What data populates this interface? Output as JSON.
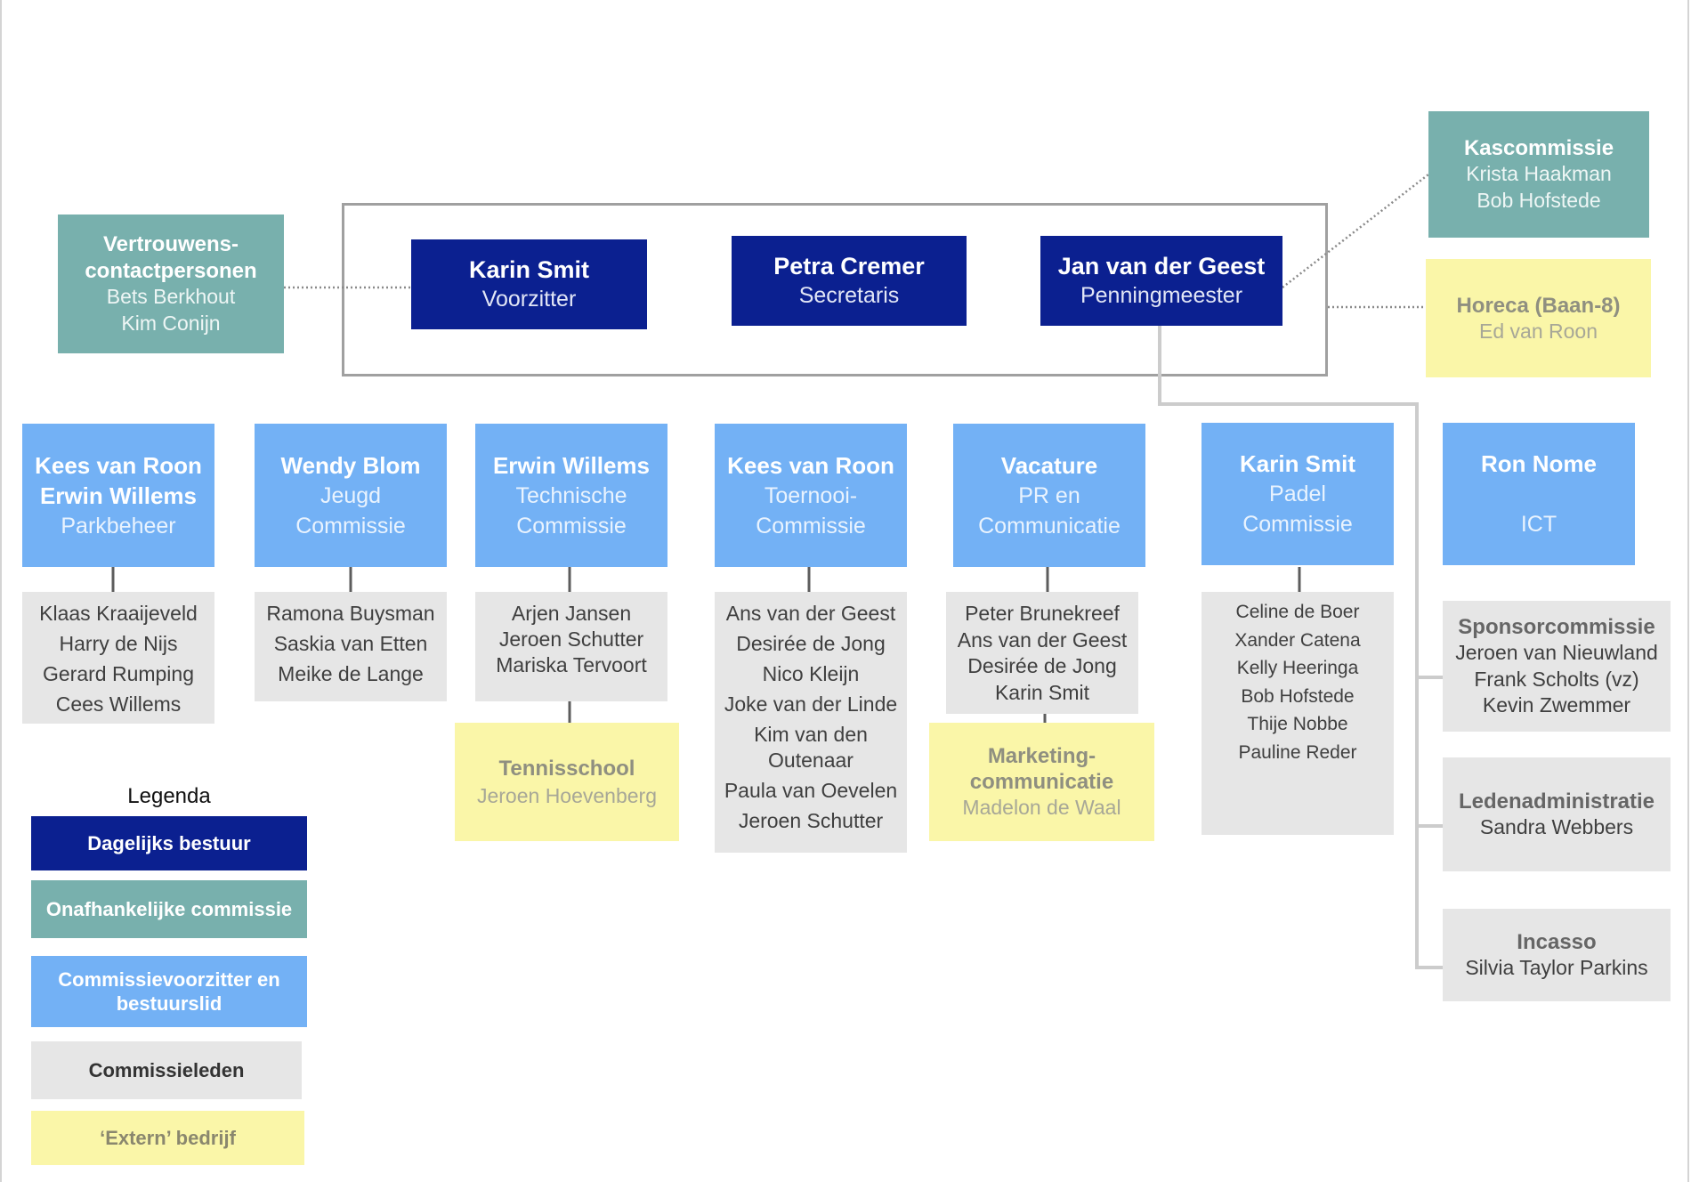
{
  "trust_persons": {
    "title_lines": [
      "Vertrouwens-",
      "contactpersonen"
    ],
    "people": [
      "Bets Berkhout",
      "Kim Conijn"
    ]
  },
  "daily_board": [
    {
      "name": "Karin Smit",
      "role": "Voorzitter"
    },
    {
      "name": "Petra Cremer",
      "role": "Secretaris"
    },
    {
      "name": "Jan van der Geest",
      "role": "Penningmeester"
    }
  ],
  "audit_committee": {
    "title": "Kascommissie",
    "people": [
      "Krista Haakman",
      "Bob Hofstede"
    ]
  },
  "catering": {
    "title": "Horeca (Baan-8)",
    "people": [
      "Ed van Roon"
    ]
  },
  "committees": [
    {
      "chairs": [
        "Kees van Roon",
        "Erwin Willems"
      ],
      "name_lines": [
        "Parkbeheer"
      ],
      "members": [
        "Klaas Kraaijeveld",
        "Harry de Nijs",
        "Gerard Rumping",
        "Cees Willems"
      ]
    },
    {
      "chairs": [
        "Wendy Blom"
      ],
      "name_lines": [
        "Jeugd",
        "Commissie"
      ],
      "members": [
        "Ramona Buysman",
        "Saskia van Etten",
        "Meike de Lange"
      ]
    },
    {
      "chairs": [
        "Erwin Willems"
      ],
      "name_lines": [
        "Technische",
        "Commissie"
      ],
      "members": [
        "Arjen Jansen",
        "Jeroen Schutter",
        "Mariska Tervoort"
      ],
      "external": {
        "title_lines": [
          "Tennisschool"
        ],
        "people": [
          "Jeroen Hoevenberg"
        ]
      }
    },
    {
      "chairs": [
        "Kees van Roon"
      ],
      "name_lines": [
        "Toernooi-",
        "Commissie"
      ],
      "members": [
        "Ans van der Geest",
        "Desirée de Jong",
        "Nico Kleijn",
        "Joke van der Linde",
        "Kim van den Outenaar",
        "Paula van Oevelen",
        "Jeroen Schutter"
      ]
    },
    {
      "chairs": [
        "Vacature"
      ],
      "name_lines": [
        "PR en",
        "Communicatie"
      ],
      "members": [
        "Peter Brunekreef",
        "Ans van der Geest",
        "Desirée de Jong",
        "Karin Smit"
      ],
      "external": {
        "title_lines": [
          "Marketing-",
          "communicatie"
        ],
        "people": [
          "Madelon de Waal"
        ]
      }
    },
    {
      "chairs": [
        "Karin Smit"
      ],
      "name_lines": [
        "Padel",
        "Commissie"
      ],
      "members": [
        "Celine de Boer",
        "Xander Catena",
        "Kelly Heeringa",
        "Bob Hofstede",
        "Thije Nobbe",
        "Pauline Reder"
      ]
    },
    {
      "chairs": [
        "Ron Nome"
      ],
      "name_lines": [
        "ICT"
      ]
    }
  ],
  "staff_groups": [
    {
      "title": "Sponsorcommissie",
      "people": [
        "Jeroen van Nieuwland",
        "Frank Scholts (vz)",
        "Kevin Zwemmer"
      ]
    },
    {
      "title": "Ledenadministratie",
      "people": [
        "Sandra Webbers"
      ]
    },
    {
      "title": "Incasso",
      "people": [
        "Silvia Taylor Parkins"
      ]
    }
  ],
  "legend": {
    "title": "Legenda",
    "items": [
      {
        "label": "Dagelijks bestuur",
        "color": "#0b2090",
        "text_color": "#ffffff"
      },
      {
        "label": "Onafhankelijke commissie",
        "color": "#78b0ad",
        "text_color": "#ffffff"
      },
      {
        "label": "Commissievoorzitter en bestuurslid",
        "color": "#73b1f5",
        "text_color": "#ffffff"
      },
      {
        "label": "Commissieleden",
        "color": "#e6e6e6",
        "text_color": "#333333"
      },
      {
        "label": "‘Extern’ bedrijf",
        "color": "#faf6a8",
        "text_color": "#8a876e"
      }
    ]
  }
}
